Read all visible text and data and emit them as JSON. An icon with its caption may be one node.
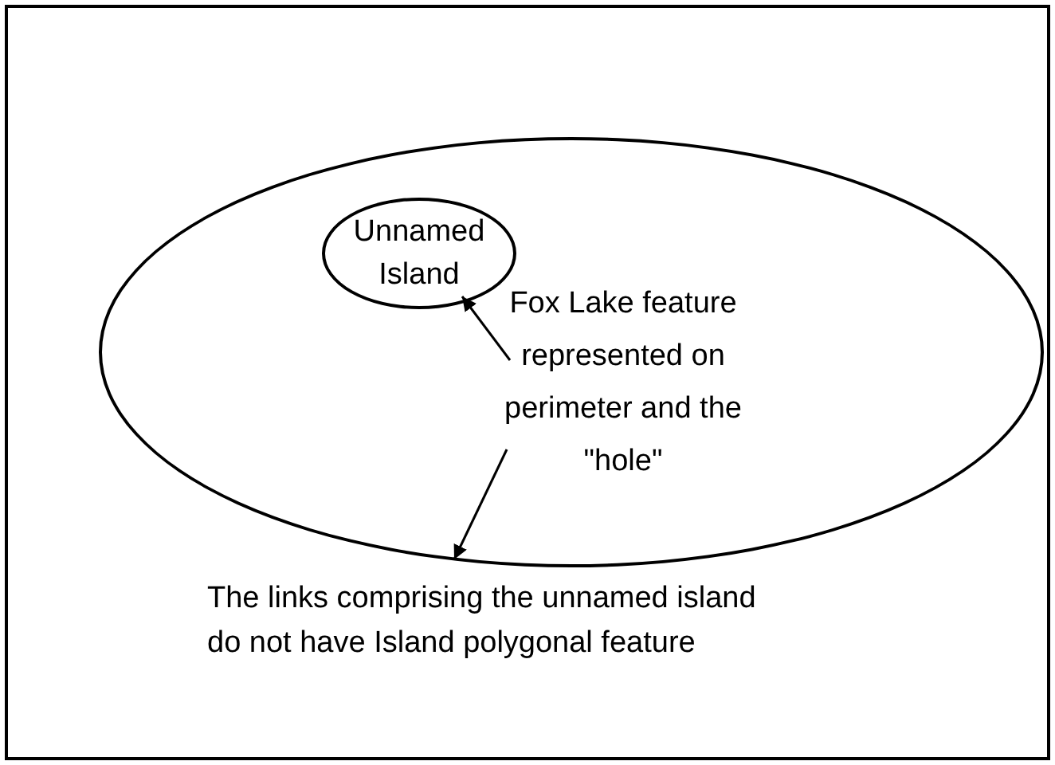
{
  "diagram": {
    "nodes": [
      {
        "text": [],
        "shape": "ellipse"
      },
      {
        "text": [
          "Unnamed Island"
        ],
        "in": 0
      },
      {
        "text": [
          "Fox Lake feature represented on perimeter and the \"hole\""
        ],
        "in": 0
      }
    ],
    "edges": [
      {
        "from": 2,
        "to": 1,
        "arrow": "to"
      },
      {
        "from": 2,
        "to": 0,
        "arrow": "to"
      }
    ],
    "labels": [
      "The links comprising the unnamed island do not have Island polygonal feature"
    ]
  }
}
